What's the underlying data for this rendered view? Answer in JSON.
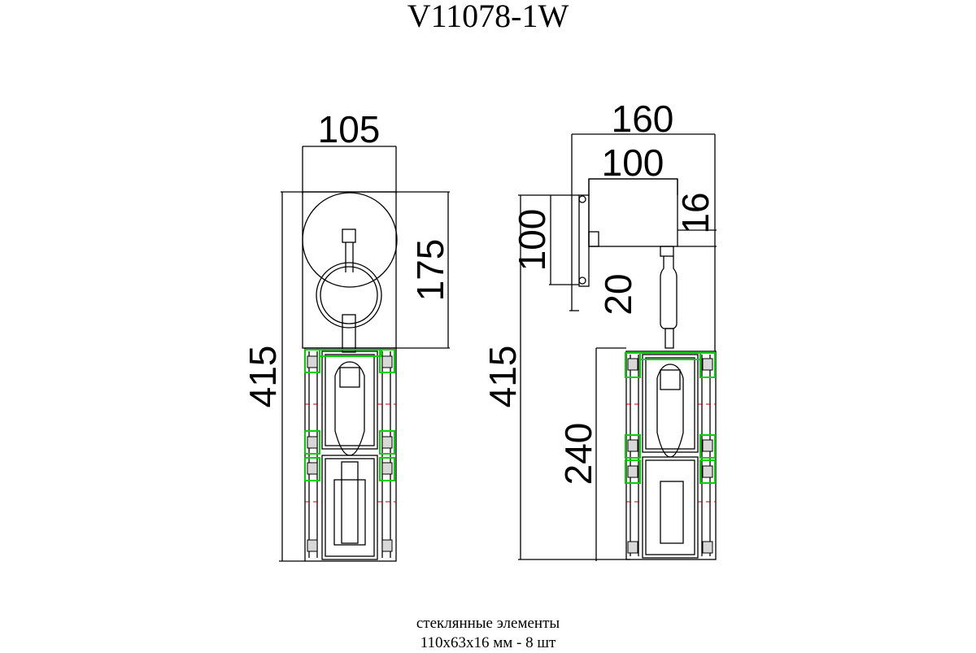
{
  "title": "V11078-1W",
  "dimensions": {
    "front_width": "105",
    "front_total_height": "415",
    "front_plate_height": "175",
    "side_depth": "160",
    "side_plate_depth": "100",
    "side_plate_height": "100",
    "side_offset_top": "16",
    "side_offset_bottom": "20",
    "side_total_height": "415",
    "side_shade_height": "240"
  },
  "caption": {
    "line1": "стеклянные элементы",
    "line2": "110x63x16 мм - 8 шт"
  },
  "colors": {
    "line": "#000000",
    "glass_highlight": "#00d000",
    "center_line": "#c00000"
  }
}
